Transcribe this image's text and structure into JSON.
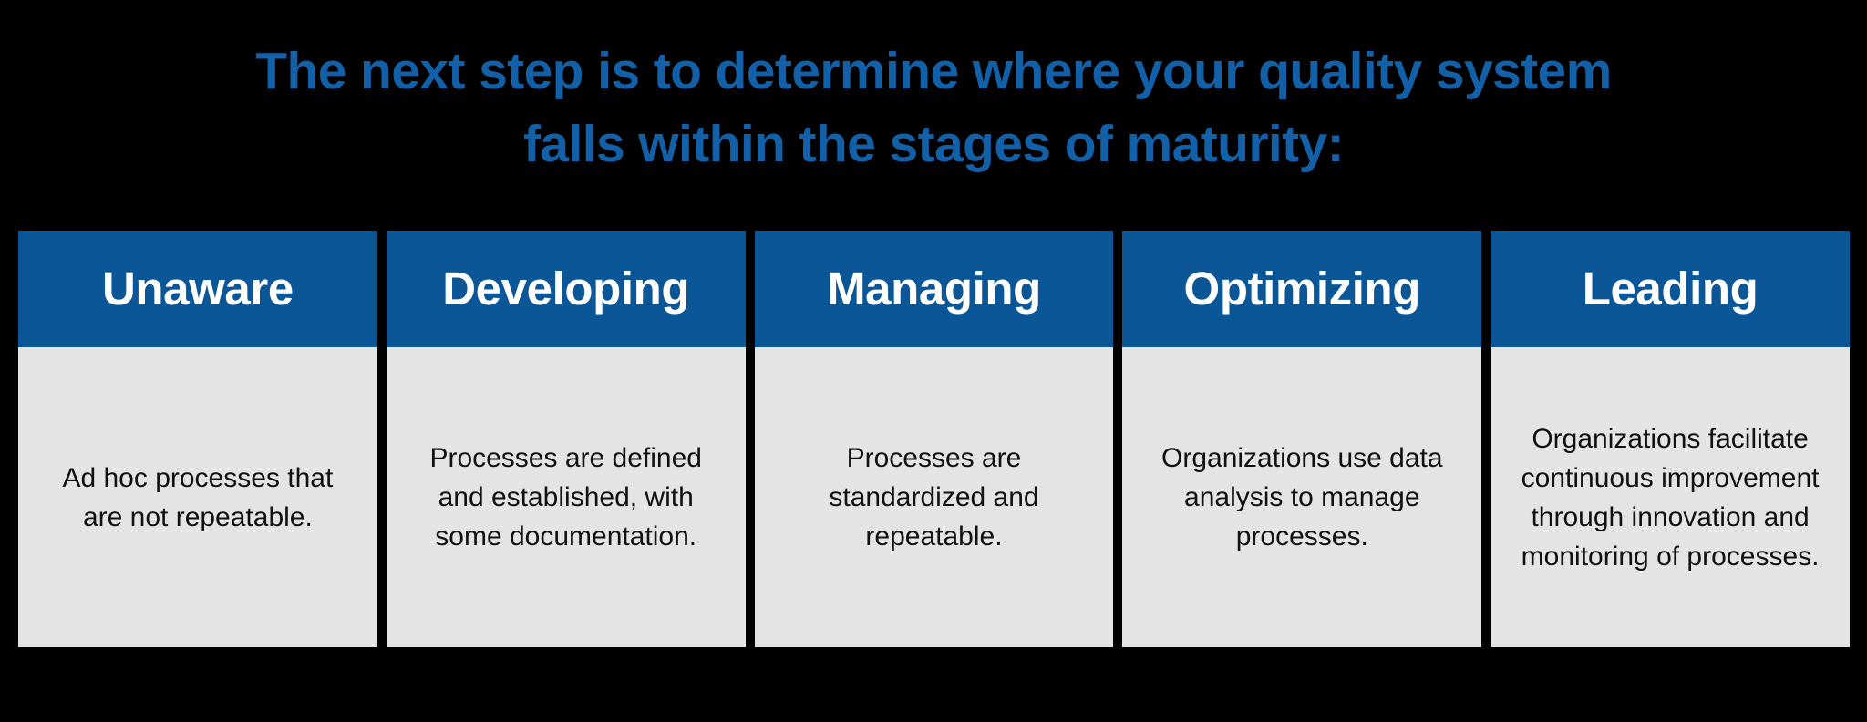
{
  "colors": {
    "background": "#000000",
    "title_blue": "#1260A8",
    "header_blue": "#0A5697",
    "body_gray": "#E4E4E4",
    "header_text": "#FFFFFF",
    "body_text": "#111111"
  },
  "title": {
    "line1": "The next step is to determine where your quality system",
    "line2": "falls within the stages of maturity:"
  },
  "maturity_stages": [
    {
      "header": "Unaware",
      "description": "Ad hoc processes that are not repeatable."
    },
    {
      "header": "Developing",
      "description": "Processes are defined and established, with some documentation."
    },
    {
      "header": "Managing",
      "description": "Processes are standardized and repeatable."
    },
    {
      "header": "Optimizing",
      "description": "Organizations use data analysis to manage processes."
    },
    {
      "header": "Leading",
      "description": "Organizations facilitate continuous improvement through innovation and monitoring of processes."
    }
  ]
}
